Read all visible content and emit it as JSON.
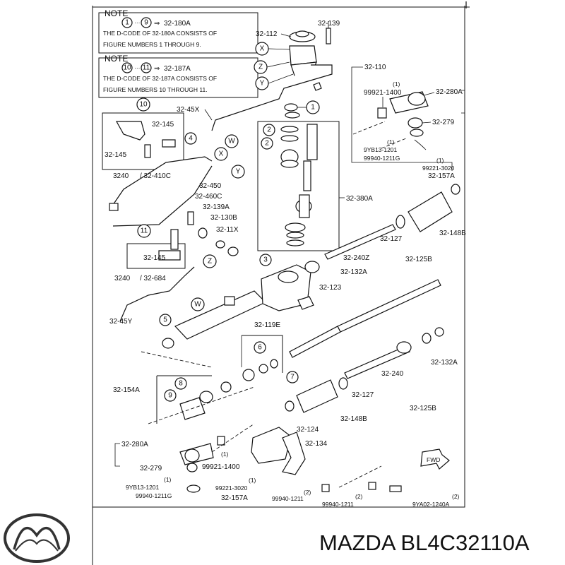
{
  "notes": [
    {
      "heading": "NOTE",
      "range_start": "1",
      "range_end": "9",
      "arrow": "⇒",
      "target": "32-180A",
      "line1a": "THE D-CODE OF ",
      "line1b": "32-180A",
      "line1c": " CONSISTS OF",
      "line2a": "FIGURE NUMBERS ",
      "line2b": "1",
      "line2c": " THROUGH ",
      "line2d": "9",
      "line2e": "."
    },
    {
      "heading": "NOTE",
      "range_start": "10",
      "range_end": "11",
      "arrow": "⇒",
      "target": "32-187A",
      "line1a": "THE D-CODE OF ",
      "line1b": "32-187A",
      "line1c": " CONSISTS OF",
      "line2a": "FIGURE NUMBERS ",
      "line2b": "10",
      "line2c": " THROUGH ",
      "line2d": "11",
      "line2e": "."
    }
  ],
  "labels": {
    "l32_112": "32-112",
    "l32_139": "32-139",
    "l32_110": "32-110",
    "l32_45x": "32-45X",
    "l32_145a": "32-145",
    "l32_145b": "32-145",
    "l3240a": "3240",
    "l32_410c": "/ 32-410C",
    "l32_450": "32-450",
    "l32_460c": "32-460C",
    "l32_139a": "32-139A",
    "l32_130b": "32-130B",
    "l32_11x": "32-11X",
    "l32_145c": "32-145",
    "l3240b": "3240",
    "l32_684": "/ 32-684",
    "l32_45y": "32-45Y",
    "l32_380a": "32-380A",
    "l32_240z": "32-240Z",
    "l32_132a_a": "32-132A",
    "l32_123": "32-123",
    "l32_119e": "32-119E",
    "l32_154a": "32-154A",
    "l32_240": "32-240",
    "l32_132a_b": "32-132A",
    "l32_127a": "32-127",
    "l32_125b_a": "32-125B",
    "l32_148b_a": "32-148B",
    "l32_127b": "32-127",
    "l32_125b_b": "32-125B",
    "l32_148b_b": "32-148B",
    "l32_124": "32-124",
    "l32_134": "32-134",
    "l32_280a_a": "32-280A",
    "l99921_1400a": "99921-1400",
    "l32_279a": "32-279",
    "l9yb13_1201a": "9YB13-1201",
    "l99940_1211ga": "99940-1211G",
    "l99221_3020a": "99221-3020",
    "l32_157a_a": "32-157A",
    "l32_280a_b": "32-280A",
    "l32_279b": "32-279",
    "l99921_1400b": "99921-1400",
    "l9yb13_1201b": "9YB13-1201",
    "l99940_1211gb": "99940-1211G",
    "l99221_3020b": "99221-3020",
    "l32_157a_b": "32-157A",
    "l99940_1211a": "99940-1211",
    "l99940_1211b": "99940-1211",
    "l9ya02_1240a": "9YA02-1240A",
    "fwd": "FWD"
  },
  "qty": {
    "q1a": "(1)",
    "q1b": "(1)",
    "q1c": "(1)",
    "q1d": "(1)",
    "q1e": "(1)",
    "q1f": "(1)",
    "q2a": "(2)",
    "q2b": "(2)",
    "q2c": "(2)"
  },
  "callouts": {
    "c1": "1",
    "c2a": "2",
    "c2b": "2",
    "c3": "3",
    "c4": "4",
    "c5": "5",
    "c6": "6",
    "c7": "7",
    "c8": "8",
    "c9": "9",
    "c10": "10",
    "c11": "11",
    "x1": "X",
    "z1": "Z",
    "y1": "Y",
    "w1": "W",
    "x2": "X",
    "y2": "Y",
    "z2": "Z",
    "w2": "W"
  },
  "brand": {
    "logo": "mazda-logo",
    "caption": "MAZDA BL4C32110A"
  }
}
